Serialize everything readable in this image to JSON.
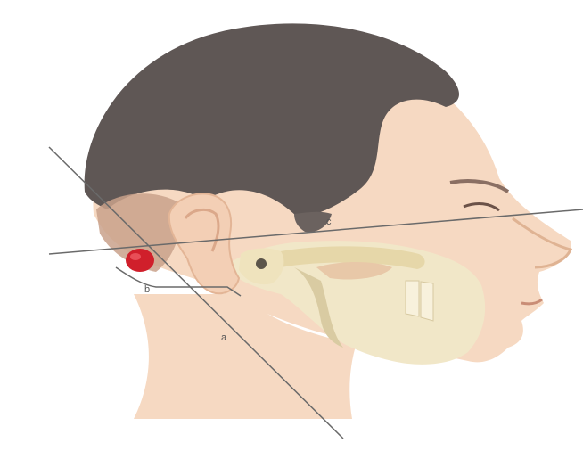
{
  "figure": {
    "panel_label": "",
    "labels": [
      "a",
      "b",
      "c"
    ]
  },
  "colors": {
    "hair": "#5f5755",
    "skin": "#f6d9c2",
    "skin_shadow": "#e9bfa3",
    "bone": "#f1e7c8",
    "bone_shadow": "#d9cba2",
    "lesion": "#d01f2b",
    "line": "#6a6a6a"
  }
}
